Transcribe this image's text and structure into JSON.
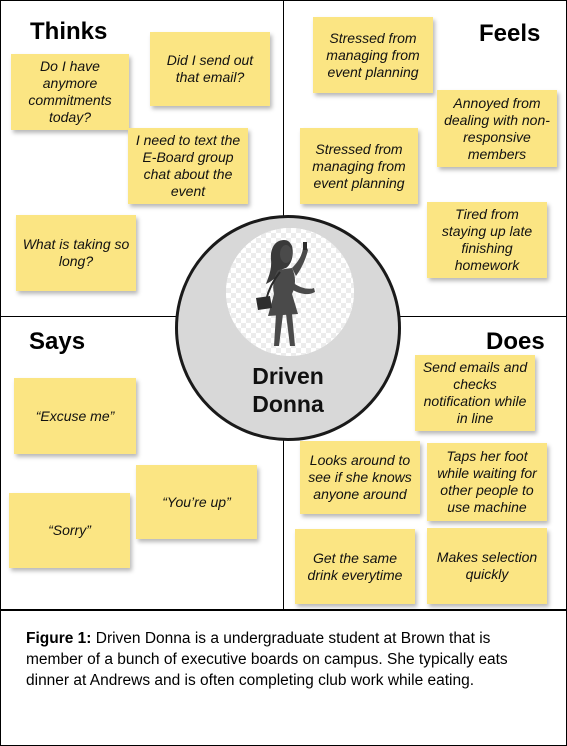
{
  "quadrants": {
    "thinks": {
      "title": "Thinks",
      "notes": [
        "Do I have anymore commitments today?",
        "Did I send out that email?",
        "I need to text the E-Board group chat about the event",
        "What is taking so long?"
      ]
    },
    "feels": {
      "title": "Feels",
      "notes": [
        "Stressed from managing from event planning",
        "Annoyed from dealing with non-responsive members",
        "Stressed from managing from event planning",
        "Tired from staying up late finishing homework"
      ]
    },
    "says": {
      "title": "Says",
      "notes": [
        "“Excuse me”",
        "“You’re up”",
        "“Sorry”"
      ]
    },
    "does": {
      "title": "Does",
      "notes": [
        "Send emails and checks notification while in line",
        "Looks around to see if she knows anyone around",
        "Taps her foot while waiting for other people to use machine",
        "Get the same drink everytime",
        "Makes selection quickly"
      ]
    }
  },
  "persona": {
    "name_line1": "Driven",
    "name_line2": "Donna",
    "avatar_icon": "woman-silhouette-icon"
  },
  "caption": {
    "label": "Figure 1:",
    "text": " Driven Donna is a undergraduate student at Brown that is member of a bunch of executive boards on campus. She typically eats dinner at Andrews and is often completing club work while eating."
  },
  "colors": {
    "sticky_note": "#fbe583",
    "ring_fill": "#d8d8d8"
  }
}
